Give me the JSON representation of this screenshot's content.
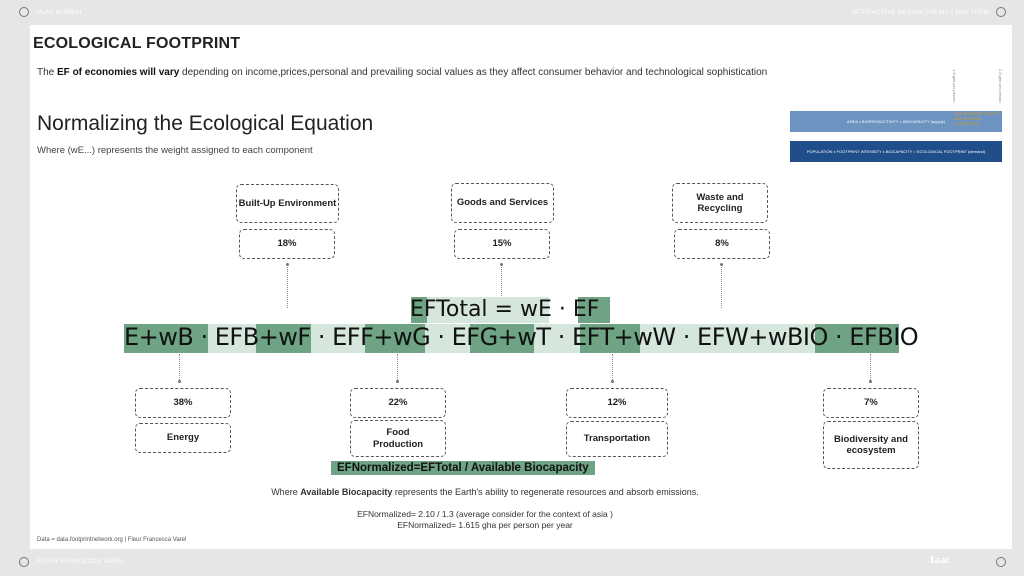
{
  "frame": {
    "top_left": "PLAY MUMBAI",
    "top_right": "INTERACTIVE DESIGN THESIS | 2ND TERM",
    "bottom_left": "FLEUR FRANCESCA VAREL",
    "logo": "Iaac"
  },
  "title": "ECOLOGICAL FOOTPRINT",
  "intro": {
    "prefix": "The ",
    "bold": "EF of economies will vary",
    "rest": " depending on income,prices,personal and prevailing social values as they affect consumer behavior and technological sophistication"
  },
  "heading": "Normalizing the Ecological Equation",
  "subheading": "Where (wE...) represents the weight assigned to each component",
  "legend": {
    "bar1_text": "AREA x BIOPRODUCTIVITY = BIOCAPACITY (supply)",
    "bar1_note": "GAP BETWEEN SUPPLY AND DEMAND: OVERSHOOT",
    "bar2_text": "POPULATION x FOOTPRINT INTENSITY x BIOCAPACITY = ECOLOGICAL FOOTPRINT (demand)",
    "vlabel1": "1.6 gha per person",
    "vlabel2": "2.8 gha per person"
  },
  "top_components": [
    {
      "name": "Built-Up Environment",
      "percent": "18%"
    },
    {
      "name": "Goods and Services",
      "percent": "15%"
    },
    {
      "name": "Waste and Recycling",
      "percent": "8%"
    }
  ],
  "bottom_components": [
    {
      "name": "Energy",
      "percent": "38%"
    },
    {
      "name": "Food Production",
      "percent": "22%"
    },
    {
      "name": "Transportation",
      "percent": "12%"
    },
    {
      "name": "Biodiversity and ecosystem",
      "percent": "7%"
    }
  ],
  "equation": {
    "top_line": "EFTotal = wE · EF",
    "main_line": "E+wB · EFB+wF · EFF+wG · EFG+wT · EFT+wW · EFW+wBIO · EFBIO"
  },
  "formula": "EFNormalized=EFTotal / Available Biocapacity",
  "where": {
    "prefix": "Where ",
    "bold": "Available Biocapacity",
    "rest": " represents the Earth's ability to regenerate resources and absorb emissions."
  },
  "calc_line1": "EFNormalized= 2.10 / 1.3 (average consider for the context of asia )",
  "calc_line2": "EFNormalized= 1.615 gha per person per year",
  "source": "Data = data.footprintnetwork.org | Fleur Francesca Varel"
}
